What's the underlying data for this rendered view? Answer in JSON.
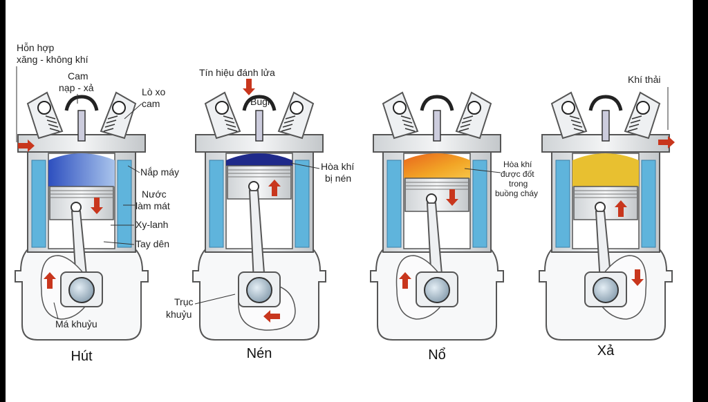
{
  "stroke_labels": [
    "Hút",
    "Nén",
    "Nổ",
    "Xả"
  ],
  "labels": {
    "mixture_line1": "Hỗn hợp",
    "mixture_line2": "xăng - không khí",
    "cam_line1": "Cam",
    "cam_line2": "nạp - xả",
    "spring_line1": "Lò xo",
    "spring_line2": "cam",
    "cylinder_head": "Nắp máy",
    "coolant_line1": "Nước",
    "coolant_line2": "làm mát",
    "cylinder": "Xy-lanh",
    "connecting_rod": "Tay dên",
    "crank_web": "Má khuỷu",
    "ignition_signal": "Tín hiệu đánh lửa",
    "spark_plug": "Bugi",
    "compressed_line1": "Hòa khí",
    "compressed_line2": "bị nén",
    "crankshaft_line1": "Trục",
    "crankshaft_line2": "khuỷu",
    "burned_line1": "Hòa khí",
    "burned_line2": "được đốt",
    "burned_line3": "trong",
    "burned_line4": "buồng cháy",
    "exhaust": "Khí thải"
  },
  "colors": {
    "coolant": "#5fb4dc",
    "intake_mixture": "#3a5ec9",
    "compressed_mixture": "#1f2a8a",
    "combustion": "#f0a020",
    "exhaust_gas": "#e8c030",
    "arrow": "#c8361d",
    "metal": "#e6e8ea",
    "outline": "#555555"
  }
}
